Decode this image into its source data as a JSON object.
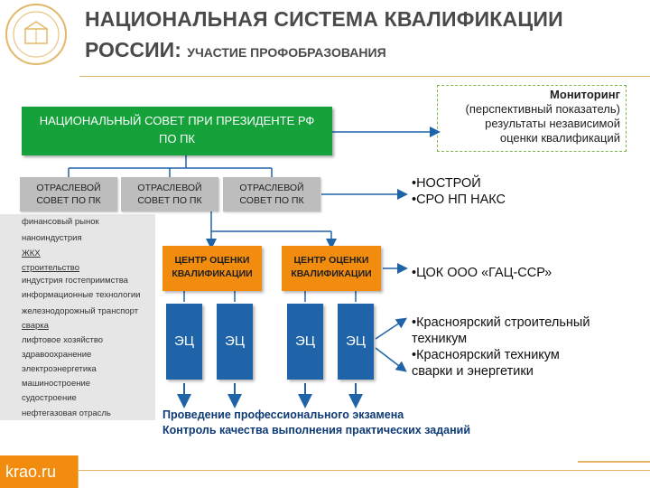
{
  "header": {
    "title_line1": "НАЦИОНАЛЬНАЯ СИСТЕМА КВАЛИФИКАЦИИ",
    "title_line2_main": "РОССИИ:",
    "title_line2_sub": "УЧАСТИЕ ПРОФОБРАЗОВАНИЯ"
  },
  "monitoring": {
    "heading": "Мониторинг",
    "lines": [
      "(перспективный показатель)",
      "результаты независимой",
      "оценки квалификаций"
    ]
  },
  "council": {
    "line1": "НАЦИОНАЛЬНЫЙ СОВЕТ ПРИ ПРЕЗИДЕНТЕ РФ",
    "line2": "ПО ПК"
  },
  "sectors": [
    {
      "line1": "ОТРАСЛЕВОЙ",
      "line2": "СОВЕТ ПО ПК"
    },
    {
      "line1": "ОТРАСЛЕВОЙ",
      "line2": "СОВЕТ ПО ПК"
    },
    {
      "line1": "ОТРАСЛЕВОЙ",
      "line2": "СОВЕТ ПО ПК"
    }
  ],
  "industries": [
    "финансовый рынок",
    "наноиндустрия",
    "ЖКХ",
    "строительство",
    "индустрия гостеприимства",
    "информационные технологии",
    "железнодорожный транспорт",
    "сварка",
    "лифтовое хозяйство",
    "здравоохранение",
    "электроэнергетика",
    "машиностроение",
    "судостроение",
    "нефтегазовая отрасль"
  ],
  "nostroy": [
    "•НОСТРОЙ",
    "•СРО НП НАКС"
  ],
  "centers": [
    {
      "line1": "ЦЕНТР ОЦЕНКИ",
      "line2": "КВАЛИФИКАЦИИ"
    },
    {
      "line1": "ЦЕНТР ОЦЕНКИ",
      "line2": "КВАЛИФИКАЦИИ"
    }
  ],
  "exam_centers": [
    "ЭЦ",
    "ЭЦ",
    "ЭЦ",
    "ЭЦ"
  ],
  "ccq_org": "•ЦОК ООО «ГАЦ-ССР»",
  "colleges": [
    "•Красноярский строительный",
    "техникум",
    "•Красноярский техникум",
    "сварки и энергетики"
  ],
  "exam_text": [
    "Проведение профессионального экзамена",
    "Контроль качества выполнения практических заданий"
  ],
  "footer": {
    "site": "krao.ru"
  },
  "colors": {
    "green": "#15a23a",
    "orange": "#f28c0f",
    "blue": "#1f63a8",
    "gray": "#bdbdbd",
    "arrow": "#1f63a8"
  }
}
